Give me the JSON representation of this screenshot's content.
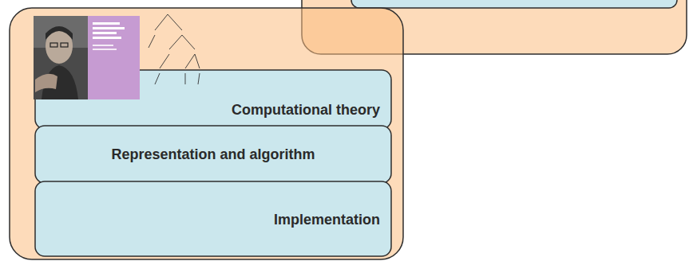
{
  "diagram": {
    "nodes": [
      {
        "text": [
          "Computational theory"
        ]
      },
      {
        "text": [
          "Representation and algorithm"
        ]
      },
      {
        "text": [
          "Implementation"
        ]
      }
    ]
  }
}
